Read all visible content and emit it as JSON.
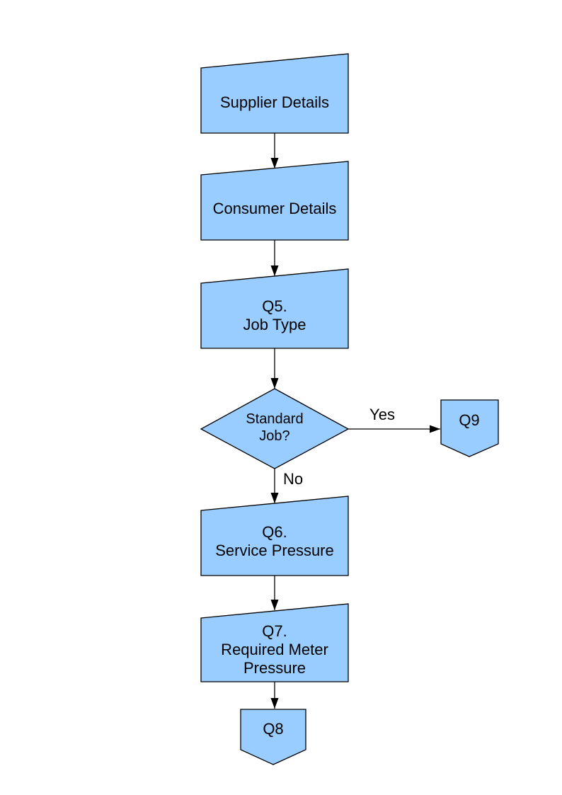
{
  "diagram": {
    "type": "flowchart",
    "style": {
      "node_fill": "#99CCFF",
      "node_stroke": "#000000",
      "arrow_color": "#000000",
      "background": "#FFFFFF",
      "text_color": "#000000"
    },
    "nodes": {
      "supplier": {
        "label": "Supplier Details",
        "shape": "manual-input"
      },
      "consumer": {
        "label": "Consumer Details",
        "shape": "manual-input"
      },
      "q5": {
        "label": "Q5.\nJob Type",
        "shape": "manual-input"
      },
      "standard_job": {
        "label": "Standard\nJob?",
        "shape": "decision"
      },
      "q9": {
        "label": "Q9",
        "shape": "off-page-connector"
      },
      "q6": {
        "label": "Q6.\nService Pressure",
        "shape": "manual-input"
      },
      "q7": {
        "label": "Q7.\nRequired Meter\nPressure",
        "shape": "manual-input"
      },
      "q8": {
        "label": "Q8",
        "shape": "off-page-connector"
      }
    },
    "edges": [
      {
        "from": "supplier",
        "to": "consumer",
        "label": ""
      },
      {
        "from": "consumer",
        "to": "q5",
        "label": ""
      },
      {
        "from": "q5",
        "to": "standard_job",
        "label": ""
      },
      {
        "from": "standard_job",
        "to": "q9",
        "label": "Yes"
      },
      {
        "from": "standard_job",
        "to": "q6",
        "label": "No"
      },
      {
        "from": "q6",
        "to": "q7",
        "label": ""
      },
      {
        "from": "q7",
        "to": "q8",
        "label": ""
      }
    ]
  }
}
